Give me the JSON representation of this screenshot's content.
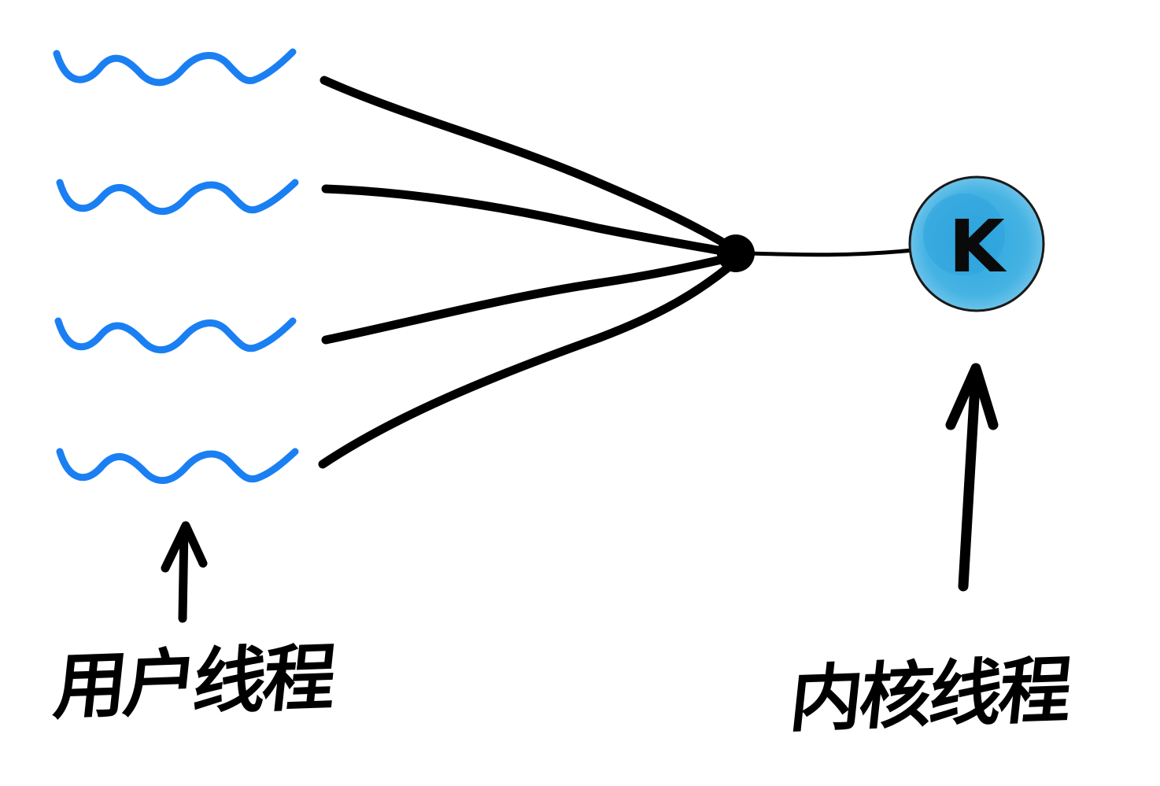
{
  "diagram": {
    "user_thread_count": 4,
    "kernel_node_letter": "K",
    "labels": {
      "user_threads": "用户线程",
      "kernel_thread": "内核线程"
    },
    "colors": {
      "user_thread_wave": "#1a7ff2",
      "connector": "#000000",
      "kernel_fill": "#44b1e2",
      "kernel_outline": "#1a1a1a"
    }
  }
}
